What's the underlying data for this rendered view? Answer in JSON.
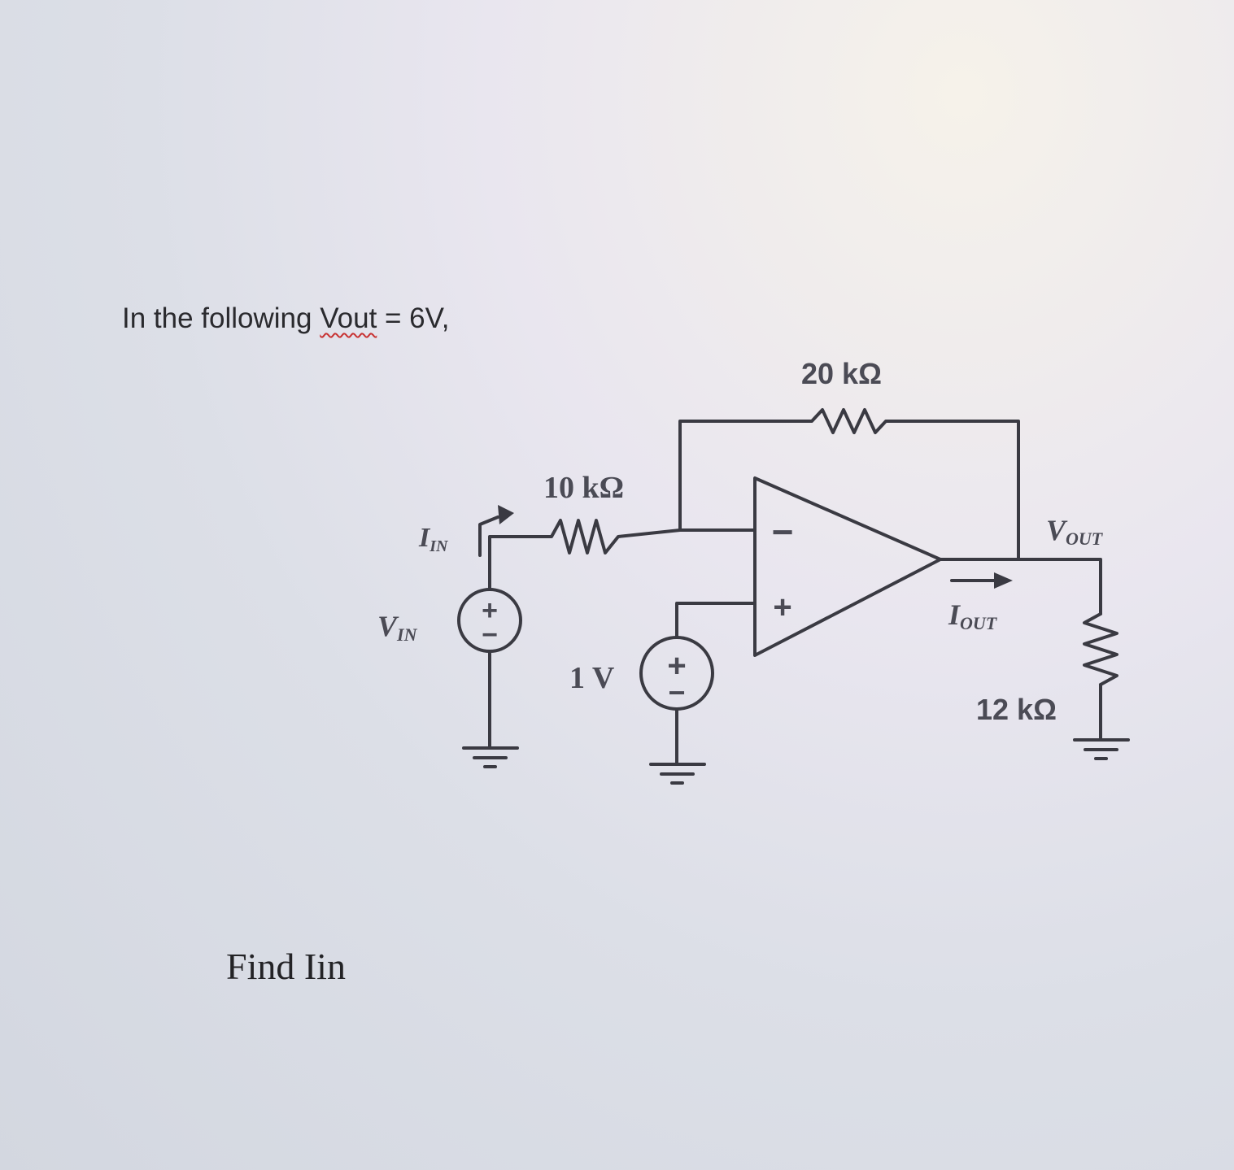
{
  "problem": {
    "prefix": "In the following ",
    "variable": "Vout",
    "suffix": " = 6V,"
  },
  "question": "Find Iin",
  "circuit": {
    "feedback_resistor": "20 kΩ",
    "input_resistor": "10 kΩ",
    "load_resistor": "12 kΩ",
    "dc_source_value": "1 V",
    "input_source_main": "V",
    "input_source_sub": "IN",
    "input_current_main": "I",
    "input_current_sub": "IN",
    "output_voltage_main": "V",
    "output_voltage_sub": "OUT",
    "output_current_main": "I",
    "output_current_sub": "OUT",
    "opamp_inverting_sign": "−",
    "opamp_noninverting_sign": "+",
    "source_plus_sign": "+",
    "source_minus_sign": "−"
  }
}
